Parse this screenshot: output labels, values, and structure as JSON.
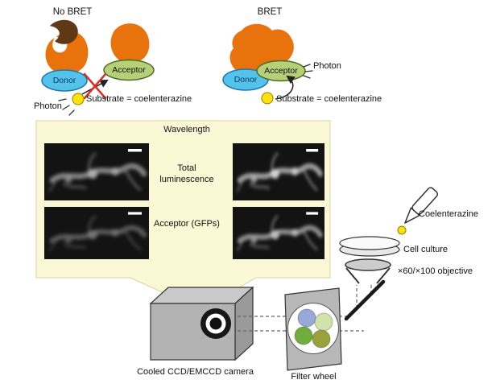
{
  "schematic": {
    "no_bret": {
      "title": "No BRET",
      "donor": "Donor",
      "acceptor": "Acceptor",
      "photon": "Photon",
      "substrate": "Substrate = coelenterazine"
    },
    "bret": {
      "title": "BRET",
      "donor": "Donor",
      "acceptor": "Acceptor",
      "photon": "Photon",
      "substrate": "Substrate = coelenterazine"
    }
  },
  "imaging_panel": {
    "wavelength_label": "Wavelength",
    "rows": [
      {
        "label": "Total luminescence"
      },
      {
        "label": "Acceptor (GFPs)"
      }
    ]
  },
  "microscope": {
    "camera_label": "Cooled CCD/EMCCD camera",
    "filter_wheel_label": "Filter wheel",
    "objective_label": "×60/×100 objective",
    "cell_culture_label": "Cell culture",
    "coelenterazine_label": "Coelenterazine"
  },
  "colors": {
    "protein_orange": "#e8720c",
    "ligand_brown": "#5f3815",
    "donor_fill": "#54c3ec",
    "donor_border": "#1d76ab",
    "acceptor_fill": "#b5d077",
    "acceptor_border": "#4f6b22",
    "substrate_yellow": "#ffe10a",
    "panel_cream": "#fbf8d6",
    "cross_red": "#d93025",
    "filter_blue": "#98a8d8",
    "filter_pale_green": "#cfe3ab",
    "filter_green": "#6fae3e",
    "filter_olive": "#9aa13a"
  }
}
